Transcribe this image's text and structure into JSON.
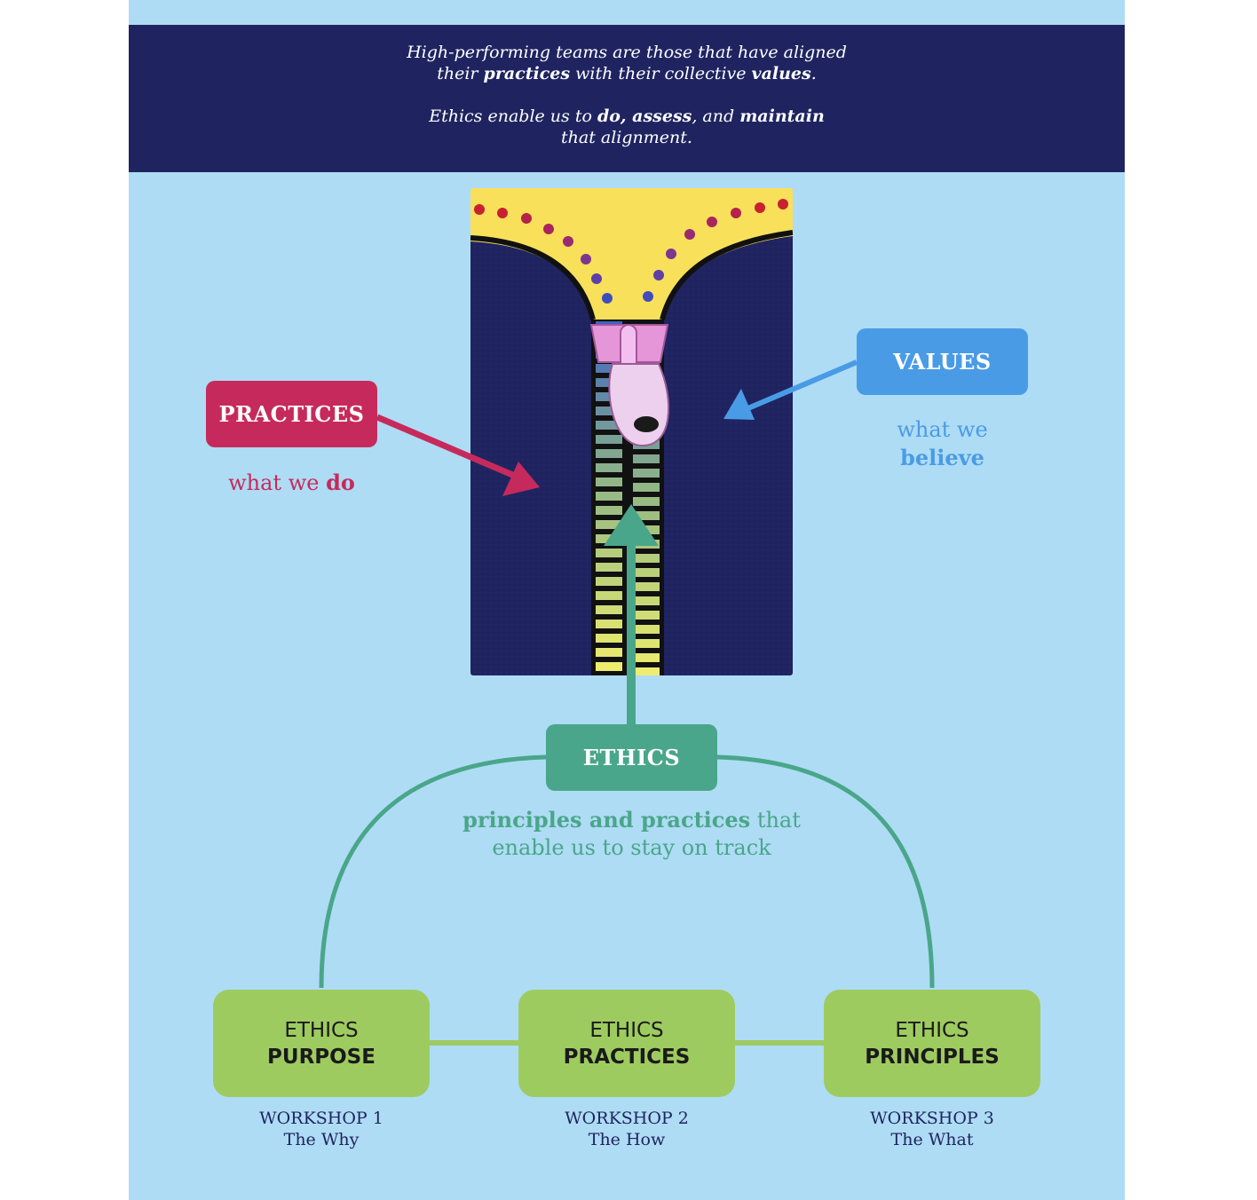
{
  "banner": {
    "line1_pre": "High-performing teams are those that have aligned",
    "line2_pre": "their ",
    "line2_b1": "practices",
    "line2_mid": " with their collective ",
    "line2_b2": "values",
    "line2_post": ".",
    "line3_pre": "Ethics enable us to ",
    "line3_b1": "do, assess",
    "line3_mid": ", and ",
    "line3_b2": "maintain",
    "line4": "that alignment."
  },
  "nodes": {
    "practices": {
      "label": "PRACTICES",
      "cap_pre": "what we ",
      "cap_bold": "do"
    },
    "values": {
      "label": "VALUES",
      "cap_pre": "what we",
      "cap_bold": "believe"
    },
    "ethics": {
      "label": "ETHICS",
      "cap_bold": "principles and practices",
      "cap_post": " that",
      "cap_line2": "enable us to stay on track"
    }
  },
  "workshops": [
    {
      "line1": "ETHICS",
      "line2": "PURPOSE",
      "num": "WORKSHOP 1",
      "sub": "The Why"
    },
    {
      "line1": "ETHICS",
      "line2": "PRACTICES",
      "num": "WORKSHOP 2",
      "sub": "The How"
    },
    {
      "line1": "ETHICS",
      "line2": "PRINCIPLES",
      "num": "WORKSHOP 3",
      "sub": "The What"
    }
  ],
  "colors": {
    "panel": "#aedcf4",
    "banner": "#1f2461",
    "practices": "#c62a5c",
    "values": "#4a9be6",
    "ethics": "#4aa68a",
    "workshop": "#9ecb60"
  },
  "illustration": "zipper-icon"
}
